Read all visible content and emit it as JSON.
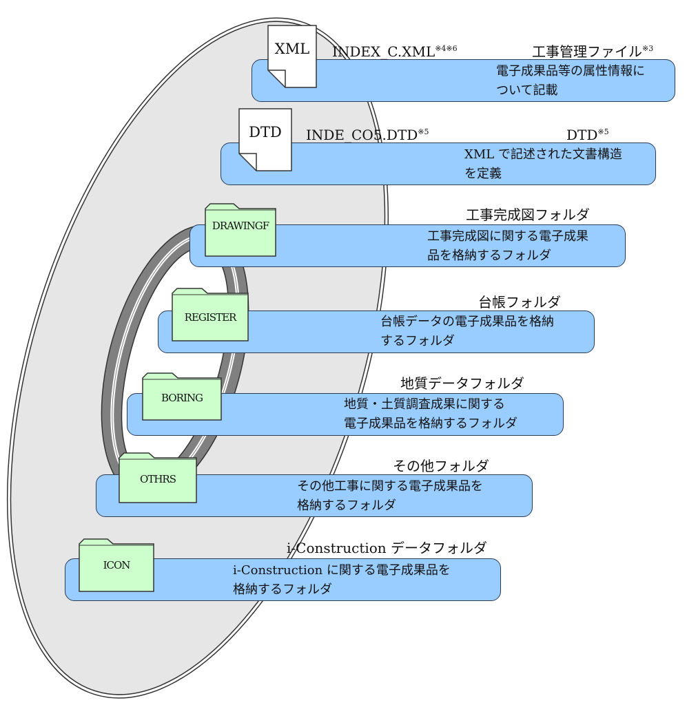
{
  "items": {
    "xml": {
      "label": "XML",
      "filename": "INDEX_C.XML",
      "filename_note": "※4※6",
      "title": "工事管理ファイル",
      "title_note": "※3",
      "desc1": "電子成果品等の属性情報に",
      "desc2": "ついて記載"
    },
    "dtd": {
      "label": "DTD",
      "filename": "INDE_CO5.DTD",
      "filename_note": "※5",
      "title": "DTD",
      "title_note": "※5",
      "desc1": "XML で記述された文書構造",
      "desc2": "を定義"
    },
    "drawingf": {
      "label": "DRAWINGF",
      "title": "工事完成図フォルダ",
      "desc1": "工事完成図に関する電子成果",
      "desc2": "品を格納するフォルダ"
    },
    "register": {
      "label": "REGISTER",
      "title": "台帳フォルダ",
      "desc1": "台帳データの電子成果品を格納",
      "desc2": "するフォルダ"
    },
    "boring": {
      "label": "BORING",
      "title": "地質データフォルダ",
      "desc1": "地質・土質調査成果に関する",
      "desc2": "電子成果品を格納するフォルダ"
    },
    "othrs": {
      "label": "OTHRS",
      "title": "その他フォルダ",
      "desc1": "その他工事に関する電子成果品を",
      "desc2": "格納するフォルダ"
    },
    "icon": {
      "label": "ICON",
      "title": "i-Construction データフォルダ",
      "desc1": "i-Construction に関する電子成果品を",
      "desc2": "格納するフォルダ"
    }
  },
  "colors": {
    "band": "#99ccff",
    "folder": "#ccffcc",
    "disc": "#e6e6e6",
    "hub": "#808080"
  }
}
